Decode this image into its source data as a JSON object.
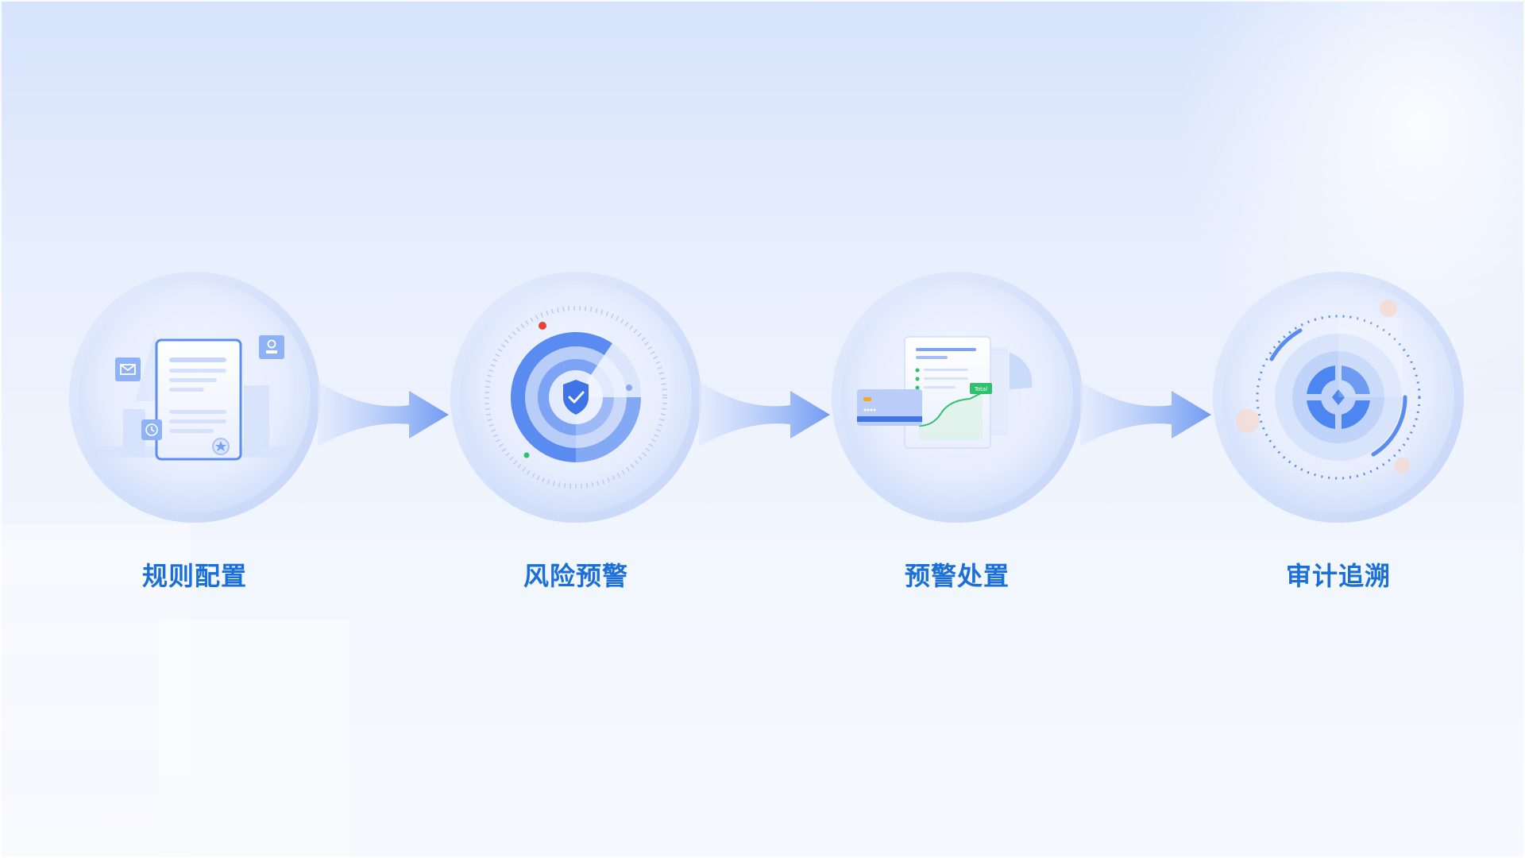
{
  "stages": [
    {
      "label": "规则配置",
      "icon": "document-config-icon"
    },
    {
      "label": "风险预警",
      "icon": "shield-radar-icon"
    },
    {
      "label": "预警处置",
      "icon": "card-chart-icon"
    },
    {
      "label": "审计追溯",
      "icon": "target-trace-icon"
    }
  ],
  "card_chip_text": "Total",
  "colors": {
    "label": "#1b6fd8",
    "primary": "#4d86f0",
    "alert_red": "#e5443a",
    "ok_green": "#2fc16d",
    "chip_orange": "#f5a623"
  }
}
